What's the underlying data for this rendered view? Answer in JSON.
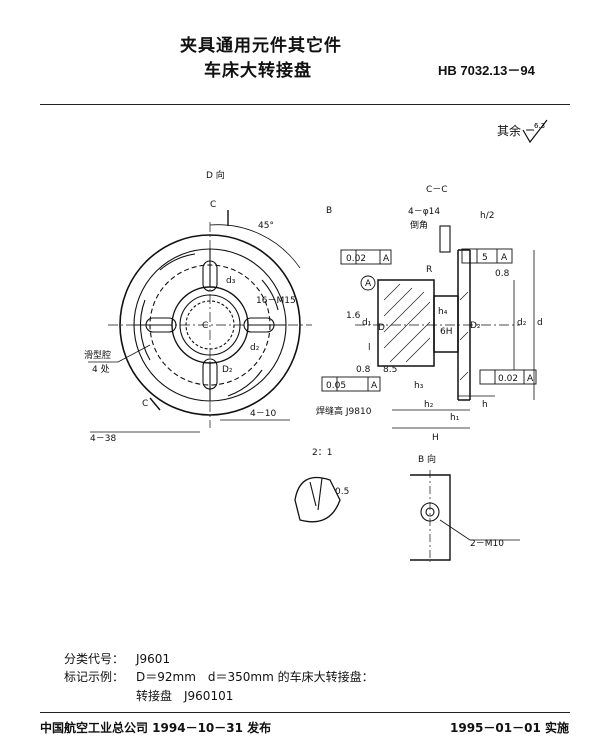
{
  "header": {
    "title_line1": "夹具通用元件其它件",
    "title_line2": "车床大转接盘",
    "standard_no": "HB 7032.13－94",
    "rest_label": "其余",
    "rest_roughness": "6.3"
  },
  "drawing": {
    "view_d": "D 向",
    "section_cc": "C－C",
    "view_b": "B 向",
    "scale": "2：1",
    "label_b": "B",
    "label_c": "C",
    "angle_45": "45°",
    "holes_4_phi14": "4－φ14",
    "label_chamfer": "倒角",
    "ratio_h2": "h/2",
    "ref_a": "A",
    "tol_flat": "0.02",
    "tol_parallel": "5",
    "tol_runout_left": "0.05",
    "tol_runout_right": "0.02",
    "roughness_08": "0.8",
    "roughness_16": "1.6",
    "tol_6h": "6H",
    "thread_m15": "16－M15",
    "slot_label": "滑型腔",
    "count_4": "4 处",
    "dim_4_10": "4－10",
    "dim_4_38": "4－38",
    "dim_d": "d",
    "dim_D": "D",
    "dim_d1": "d₁",
    "dim_d2": "d₂",
    "dim_d3": "d₃",
    "dim_D2": "D₂",
    "dim_h": "h",
    "dim_h1": "h₁",
    "dim_h2": "h₂",
    "dim_h3": "h₃",
    "dim_h4": "h₄",
    "dim_H": "H",
    "dim_l": "l",
    "dim_R": "R",
    "dim_85": "8.5",
    "weld_note": "焊缝高 J9810",
    "thread_2m10": "2－M10",
    "dim_05": "0.5"
  },
  "meta": {
    "class_key": "分类代号：",
    "class_val": "J9601",
    "mark_key": "标记示例：",
    "mark_val": "D＝92mm　d＝350mm 的车床大转接盘：",
    "mark_line2": "转接盘　J960101"
  },
  "footer": {
    "issued": "中国航空工业总公司 1994－10－31 发布",
    "implemented": "1995－01－01 实施"
  }
}
